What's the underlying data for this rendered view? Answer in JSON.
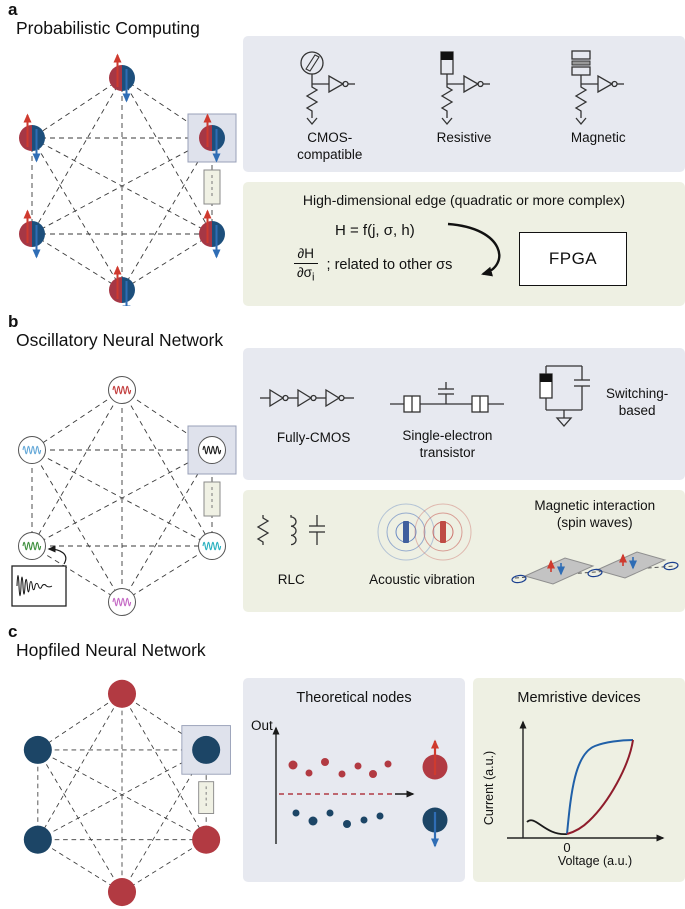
{
  "colors": {
    "node_red": "#b23a42",
    "node_blue": "#1c4566",
    "arrow_red": "#cf3a2e",
    "arrow_blue": "#2f6db5",
    "panel_gray_box": "#e7e9f0",
    "panel_beige_box": "#eef0e3",
    "waveform_red": "#c23b3b",
    "waveform_lightblue": "#64a8d8",
    "waveform_black": "#1a1a1a",
    "waveform_green": "#3d8f3d",
    "waveform_cyan": "#27b0bf",
    "waveform_magenta": "#c468c4",
    "iv_blue_curve": "#2060a8",
    "iv_red_curve": "#8f1d2c"
  },
  "panel_a": {
    "label": "a",
    "title": "Probabilistic Computing",
    "device_labels": {
      "cmos_line1": "CMOS-",
      "cmos_line2": "compatible",
      "resistive": "Resistive",
      "magnetic": "Magnetic"
    },
    "edge": {
      "heading": "High-dimensional edge (quadratic or more complex)",
      "equation": "H = f(j, σ, h)",
      "fraction_numerator": "∂H",
      "fraction_denominator": "∂σ",
      "fraction_subscript": "i",
      "related_note": "; related to other σs",
      "fpga_label": "FPGA"
    }
  },
  "panel_b": {
    "label": "b",
    "title": "Oscillatory Neural Network",
    "device_labels": {
      "fully_cmos": "Fully-CMOS",
      "set_line1": "Single-electron",
      "set_line2": "transistor",
      "switching_line1": "Switching-",
      "switching_line2": "based"
    },
    "physical_labels": {
      "rlc": "RLC",
      "acoustic": "Acoustic vibration",
      "magnetic_line1": "Magnetic interaction",
      "magnetic_line2": "(spin waves)"
    }
  },
  "panel_c": {
    "label": "c",
    "title": "Hopfiled Neural Network",
    "theoretical": {
      "title": "Theoretical nodes",
      "axis_label": "Out"
    },
    "memristive": {
      "title": "Memristive devices",
      "y_axis_label": "Current (a.u.)",
      "x_axis_label": "Voltage (a.u.)",
      "origin_label": "0"
    }
  }
}
